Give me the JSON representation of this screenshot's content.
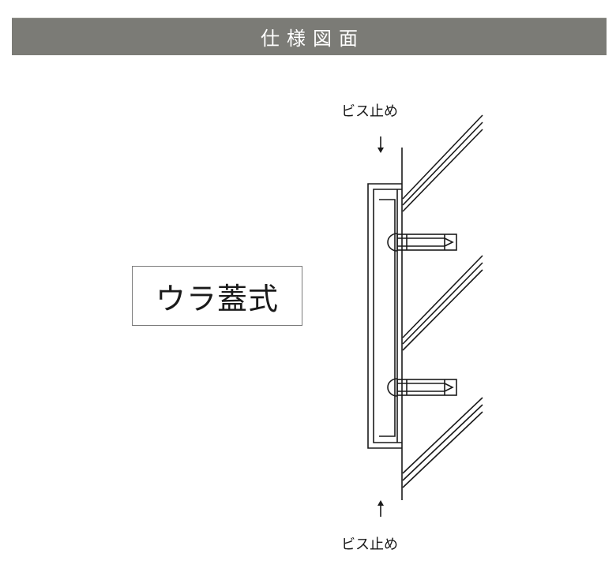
{
  "header": {
    "title": "仕様図面",
    "background_color": "#7b7b76",
    "text_color": "#ffffff"
  },
  "mount_type": {
    "label": "ウラ蓋式"
  },
  "annotations": {
    "top_screw_label": "ビス止め",
    "bottom_screw_label": "ビス止め",
    "top_arrow": "down-arrow",
    "bottom_arrow": "up-arrow"
  },
  "drawing": {
    "line_color": "#1a1a1a",
    "components": [
      "wall",
      "sign-frame",
      "screw-top",
      "screw-bottom",
      "wall-hatching"
    ]
  }
}
